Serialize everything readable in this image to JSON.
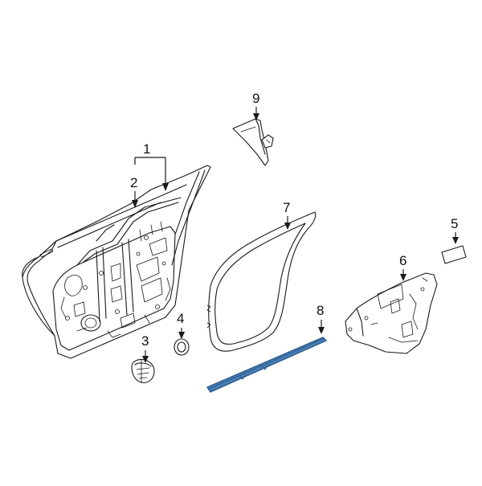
{
  "diagram": {
    "callouts": [
      {
        "id": "1",
        "label": "1"
      },
      {
        "id": "2",
        "label": "2"
      },
      {
        "id": "3",
        "label": "3"
      },
      {
        "id": "4",
        "label": "4"
      },
      {
        "id": "5",
        "label": "5"
      },
      {
        "id": "6",
        "label": "6"
      },
      {
        "id": "7",
        "label": "7"
      },
      {
        "id": "8",
        "label": "8"
      },
      {
        "id": "9",
        "label": "9"
      }
    ],
    "colors": {
      "line": "#1a1a1a",
      "highlight": "#2c5b8c",
      "highlight_light": "#4a7fb5",
      "background": "#ffffff"
    }
  }
}
